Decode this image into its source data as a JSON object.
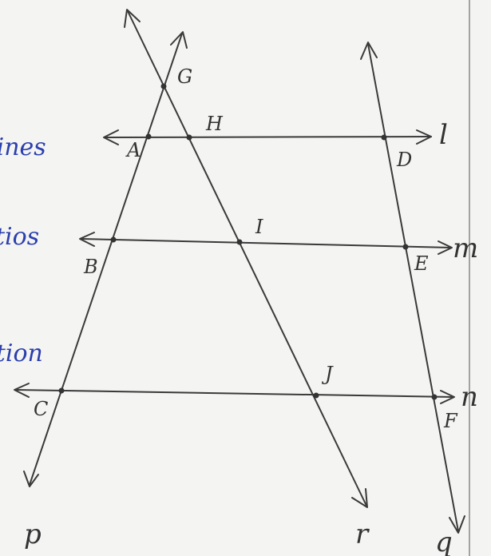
{
  "diagram": {
    "transversal_labels": {
      "p": "p",
      "q": "q",
      "r": "r"
    },
    "parallel_labels": {
      "l": "l",
      "m": "m",
      "n": "n"
    },
    "points": {
      "A": "A",
      "B": "B",
      "C": "C",
      "D": "D",
      "E": "E",
      "F": "F",
      "G": "G",
      "H": "H",
      "I": "I",
      "J": "J"
    },
    "margin_fragments": [
      "lines",
      "tios",
      "ction"
    ]
  },
  "colors": {
    "paper": "#f4f4f2",
    "pencil": "#3a3a3a",
    "ink": "#2b3fae",
    "page_fold": "#888888"
  }
}
